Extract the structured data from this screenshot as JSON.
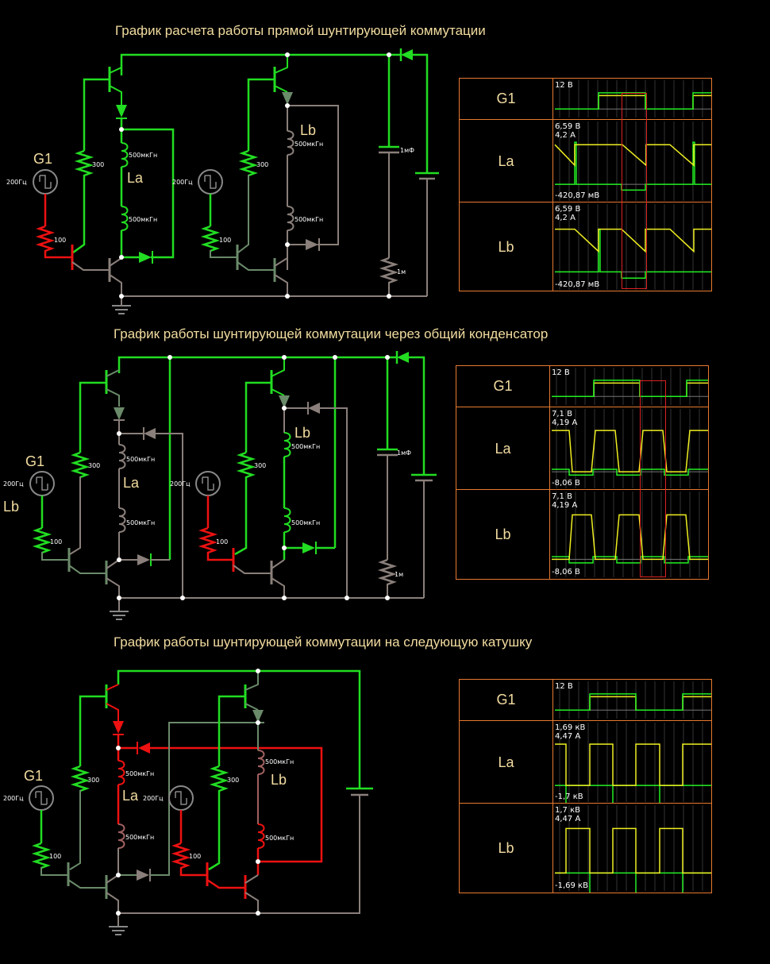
{
  "titles": [
    "График расчета работы прямой шунтирующей коммутации",
    "График работы шунтирующей коммутации через общий конденсатор",
    "График работы шунтирующей коммутации на следующую катушку"
  ],
  "labels": {
    "generator": "G1",
    "freq": "200Гц",
    "r_base": "100",
    "r_bias": "300",
    "inductance": "500мкГн",
    "coil_a": "La",
    "coil_b": "Lb",
    "capacitor": "1мФ",
    "r_load": "1м"
  },
  "colors": {
    "wire_active": "#22dd22",
    "wire_idle": "#8a7f7a",
    "wire_hot": "#ee1111",
    "wire_dim": "#6a8a6a",
    "border": "#e87a30",
    "title": "#f2dca0",
    "trace_voltage": "#eeee22",
    "trace_current": "#22ee22",
    "cursor": "#dd2222"
  },
  "scopes": [
    {
      "rows": [
        {
          "name": "G1",
          "top": "12 В",
          "bottom": ""
        },
        {
          "name": "La",
          "top": "6,59 В\n4,2 А",
          "bottom": "-420,87 мВ"
        },
        {
          "name": "Lb",
          "top": "6,59 В\n4,2 А",
          "bottom": "-420,87 мВ"
        }
      ]
    },
    {
      "rows": [
        {
          "name": "G1",
          "top": "12 В",
          "bottom": ""
        },
        {
          "name": "La",
          "top": "7,1 В\n4,19 А",
          "bottom": "-8,06 В"
        },
        {
          "name": "Lb",
          "top": "7,1 В\n4,19 А",
          "bottom": "-8,06 В"
        }
      ]
    },
    {
      "rows": [
        {
          "name": "G1",
          "top": "12 В",
          "bottom": ""
        },
        {
          "name": "La",
          "top": "1,69 кВ\n4,47 А",
          "bottom": "-1,7 кВ"
        },
        {
          "name": "Lb",
          "top": "1,7 кВ\n4,47 А",
          "bottom": "-1,69 кВ"
        }
      ]
    }
  ]
}
